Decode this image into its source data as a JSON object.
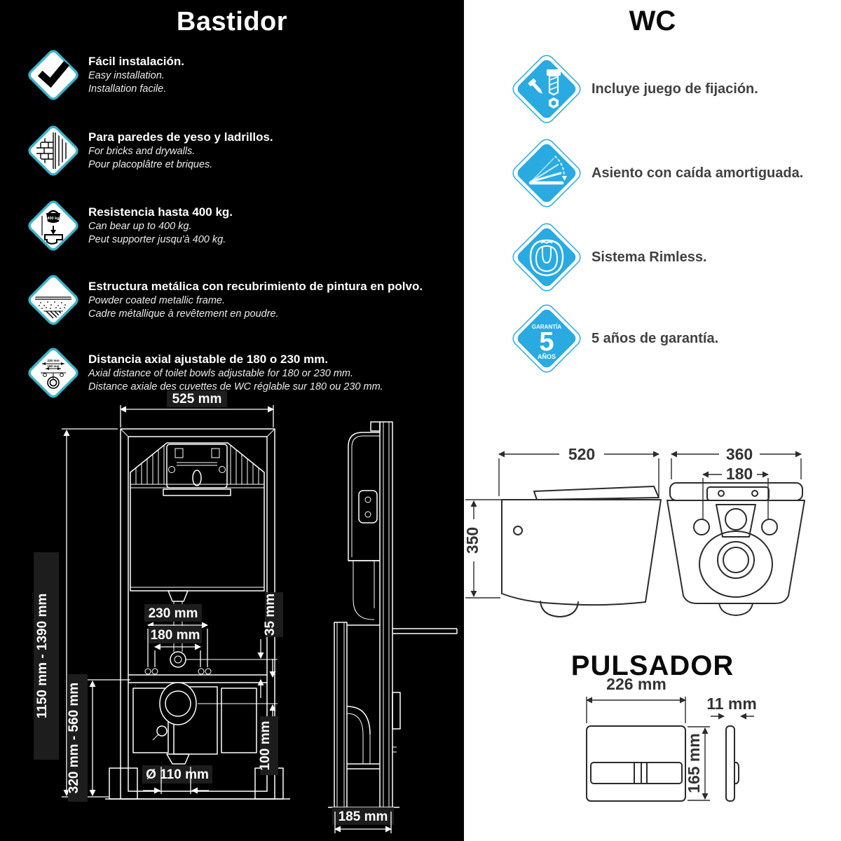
{
  "bastidor": {
    "title": "Bastidor",
    "features": [
      {
        "icon": "check-icon",
        "title": "Fácil instalación.",
        "en": "Easy installation.",
        "fr": "Installation facile."
      },
      {
        "icon": "brick-wall-icon",
        "title": "Para paredes de yeso y ladrillos.",
        "en": "For bricks and drywalls.",
        "fr": "Pour placoplâtre et briques."
      },
      {
        "icon": "max-load-icon",
        "title": "Resistencia hasta 400 kg.",
        "en": "Can bear up to 400 kg.",
        "fr": "Peut supporter jusqu'à 400 kg.",
        "icon_label": "400 kg"
      },
      {
        "icon": "powder-coating-icon",
        "title": "Estructura metálica con recubrimiento de pintura en polvo.",
        "en": "Powder coated metallic frame.",
        "fr": "Cadre métallique à revêtement en poudre."
      },
      {
        "icon": "axial-distance-icon",
        "title": "Distancia axial ajustable de 180 o 230 mm.",
        "en": "Axial distance of toilet bowls adjustable for 180 or 230 mm.",
        "fr": "Distance axiale des cuvettes de WC réglable sur 180 ou 230 mm.",
        "icon_label_230": "230 mm",
        "icon_label_180": "180 mm"
      }
    ],
    "diagram": {
      "width": "525 mm",
      "height_range": "1150 mm - 1390 mm",
      "lower_height_range": "320 mm - 560 mm",
      "axial_230": "230 mm",
      "axial_180": "180 mm",
      "inlet_offset": "35 mm",
      "outlet_height": "100 mm",
      "outlet_diameter": "Ø 110 mm",
      "frame_depth": "185 mm"
    }
  },
  "wc": {
    "title": "WC",
    "features": [
      {
        "icon": "fixing-set-icon",
        "label": "Incluye juego de fijación."
      },
      {
        "icon": "soft-close-icon",
        "label": "Asiento con caída amortiguada."
      },
      {
        "icon": "rimless-icon",
        "label": "Sistema Rimless."
      },
      {
        "icon": "warranty-icon",
        "label": "5 años de garantía.",
        "badge_top": "GARANTÍA",
        "badge_number": "5",
        "badge_bottom": "AÑOS"
      }
    ],
    "diagram": {
      "side_width": "520",
      "side_height": "350",
      "rear_width": "360",
      "bolt_spacing": "180"
    }
  },
  "pulsador": {
    "title": "PULSADOR",
    "diagram": {
      "width": "226 mm",
      "height": "165 mm",
      "depth": "11 mm"
    }
  },
  "colors": {
    "left_bg": "#000000",
    "left_accent": "#3ab4cd",
    "right_accent": "#29abe2",
    "right_text": "#414141"
  }
}
